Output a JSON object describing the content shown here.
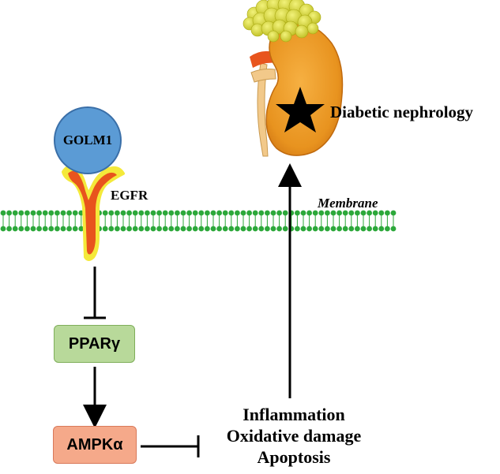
{
  "labels": {
    "golm1": "GOLM1",
    "egfr": "EGFR",
    "membrane": "Membrane",
    "pparg": "PPARγ",
    "ampka": "AMPKα",
    "disease": "Diabetic nephrology"
  },
  "outcomes": [
    "Inflammation",
    "Oxidative damage",
    "Apoptosis"
  ],
  "colors": {
    "golm1_fill": "#5b9bd5",
    "golm1_stroke": "#3a6fa8",
    "egfr_outer": "#f4e93a",
    "egfr_inner": "#e8541d",
    "membrane": "#2ca83a",
    "pparg_fill": "#b8d99a",
    "pparg_stroke": "#7fae5a",
    "ampka_fill": "#f5a98a",
    "ampka_stroke": "#d9795a",
    "kidney": "#e8931f",
    "adrenal": "#dddd33"
  },
  "icons": [
    "kidney-icon",
    "star-icon",
    "receptor-icon"
  ]
}
